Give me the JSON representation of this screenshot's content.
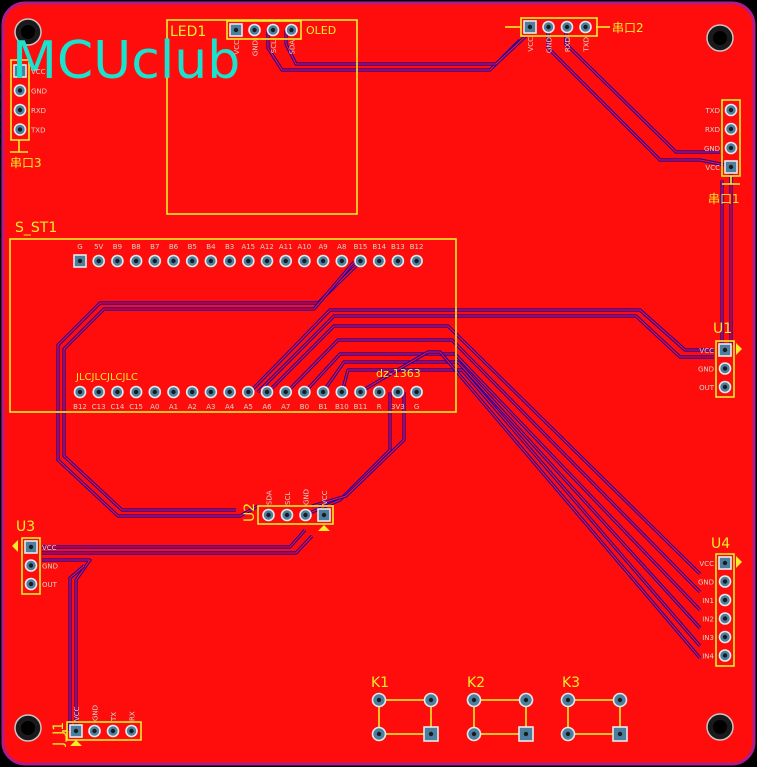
{
  "logo_text": "MCUclub",
  "colors": {
    "board": "#ff0d0d",
    "border": "#b01a8a",
    "silkscreen": "#f2ee2a",
    "trace": "#0000c8",
    "pad": "#4a7fa0",
    "logo": "#19e3cf"
  },
  "labels": {
    "led1": "LED1",
    "oled": "OLED",
    "chuankou2": "串口2",
    "chuankou3": "串口3",
    "chuankou1": "串口1",
    "s_st1": "S_ST1",
    "jlc": "JLCJLCJLCJLC",
    "dz": "dz-1363",
    "u1": "U1",
    "u2": "U2",
    "u3": "U3",
    "u4": "U4",
    "j1": "J_J1",
    "k1": "K1",
    "k2": "K2",
    "k3": "K3"
  },
  "pins": {
    "led1": [
      "VCC",
      "GND",
      "SCL",
      "SDA"
    ],
    "cc3": [
      "VCC",
      "GND",
      "RXD",
      "TXD"
    ],
    "cc2": [
      "VCC",
      "GND",
      "RXD",
      "TXD"
    ],
    "cc1": [
      "TXD",
      "RXD",
      "GND",
      "VCC"
    ],
    "u1": [
      "VCC",
      "GND",
      "OUT"
    ],
    "u3": [
      "VCC",
      "GND",
      "OUT"
    ],
    "u4": [
      "VCC",
      "GND",
      "IN1",
      "IN2",
      "IN3",
      "IN4"
    ],
    "u2": [
      "VCC",
      "GND",
      "SCL",
      "SDA"
    ],
    "j1": [
      "VCC",
      "GND",
      "TX",
      "RX"
    ],
    "mcu_top": [
      "G",
      "5V",
      "B9",
      "B8",
      "B7",
      "B6",
      "B5",
      "B4",
      "B3",
      "A15",
      "A12",
      "A11",
      "A10",
      "A9",
      "A8",
      "B15",
      "B14",
      "B13",
      "B12"
    ],
    "mcu_bottom": [
      "B12",
      "C13",
      "C14",
      "C15",
      "A0",
      "A1",
      "A2",
      "A3",
      "A4",
      "A5",
      "A6",
      "A7",
      "B0",
      "B1",
      "B10",
      "B11",
      "R",
      "3V3",
      "G"
    ]
  }
}
